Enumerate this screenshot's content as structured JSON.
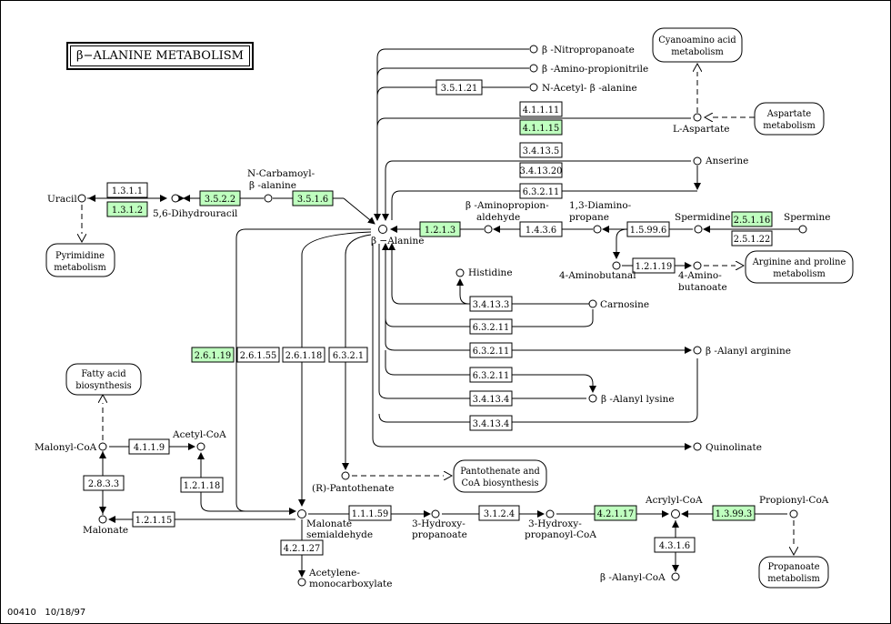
{
  "title": "β−ALANINE METABOLISM",
  "footer": {
    "map_id": "00410",
    "date": "10/18/97"
  },
  "enzymes": {
    "e1311": "1.3.1.1",
    "e1312": "1.3.1.2",
    "e3522": "3.5.2.2",
    "e3516": "3.5.1.6",
    "e35121": "3.5.1.21",
    "e41111": "4.1.1.11",
    "e41115": "4.1.1.15",
    "e341351": "3.4.13.5",
    "e341320": "3.4.13.20",
    "e63211a": "6.3.2.11",
    "e1213": "1.2.1.3",
    "e1436": "1.4.3.6",
    "e15996": "1.5.99.6",
    "e25116": "2.5.1.16",
    "e25122": "2.5.1.22",
    "e12119": "1.2.1.19",
    "e341333": "3.4.13.3",
    "e63211b": "6.3.2.11",
    "e63211c": "6.3.2.11",
    "e63211d": "6.3.2.11",
    "e341344": "3.4.13.4",
    "e341344b": "3.4.13.4",
    "e26119": "2.6.1.19",
    "e26155": "2.6.1.55",
    "e26118": "2.6.1.18",
    "e6321": "6.3.2.1",
    "e4119": "4.1.1.9",
    "e2833": "2.8.3.3",
    "e12118": "1.2.1.18",
    "e12115": "1.2.1.15",
    "e11159": "1.1.1.59",
    "e3124": "3.1.2.4",
    "e42117": "4.2.1.17",
    "e13993": "1.3.99.3",
    "e4316": "4.3.1.6",
    "e42127": "4.2.1.27"
  },
  "compounds": {
    "uracil": "Uracil",
    "dihydrouracil": "5,6-Dihydrouracil",
    "ncarb1": "N-Carbamoyl-",
    "ncarb2": "β -alanine",
    "nitroprop": "β -Nitropropanoate",
    "aminoprop": "β -Amino-propionitrile",
    "nacetyl": "N-Acetyl- β -alanine",
    "laspartate": "L-Aspartate",
    "anserine": "Anserine",
    "balanine": "β −Alanine",
    "aminopropald1": "β -Aminopropion-",
    "aminopropald2": "aldehyde",
    "diaminoprop1": "1,3-Diamino-",
    "diaminoprop2": "propane",
    "spermidine": "Spermidine",
    "spermine": "Spermine",
    "aminobutanal": "4-Aminobutanal",
    "aminobutanoate1": "4-Amino-",
    "aminobutanoate2": "butanoate",
    "histidine": "Histidine",
    "carnosine": "Carnosine",
    "alanylarginine": "β -Alanyl arginine",
    "alanyllysine": "β -Alanyl lysine",
    "quinolinate": "Quinolinate",
    "pantothenate": "(R)-Pantothenate",
    "malonylcoa": "Malonyl-CoA",
    "acetylcoa": "Acetyl-CoA",
    "malonate": "Malonate",
    "malsemi1": "Malonate",
    "malsemi2": "semialdehyde",
    "hydroxyprop1": "3-Hydroxy-",
    "hydroxyprop2": "propanoate",
    "hydroxypropcoa1": "3-Hydroxy-",
    "hydroxypropcoa2": "propanoyl-CoA",
    "acrylylcoa": "Acrylyl-CoA",
    "propionylcoa": "Propionyl-CoA",
    "alanylcoa": "β -Alanyl-CoA",
    "acetylene1": "Acetylene-",
    "acetylene2": "monocarboxylate"
  },
  "pathways": {
    "cyanoamino1": "Cyanoamino acid",
    "cyanoamino2": "metabolism",
    "aspartate1": "Aspartate",
    "aspartate2": "metabolism",
    "pyrimidine1": "Pyrimidine",
    "pyrimidine2": "metabolism",
    "arginine1": "Arginine and proline",
    "arginine2": "metabolism",
    "fattyacid1": "Fatty acid",
    "fattyacid2": "biosynthesis",
    "panto1": "Pantothenate and",
    "panto2": "CoA biosynthesis",
    "propanoate1": "Propanoate",
    "propanoate2": "metabolism"
  },
  "colors": {
    "highlight_enzyme": "#bfffbf",
    "line": "#000000",
    "background": "#ffffff"
  }
}
